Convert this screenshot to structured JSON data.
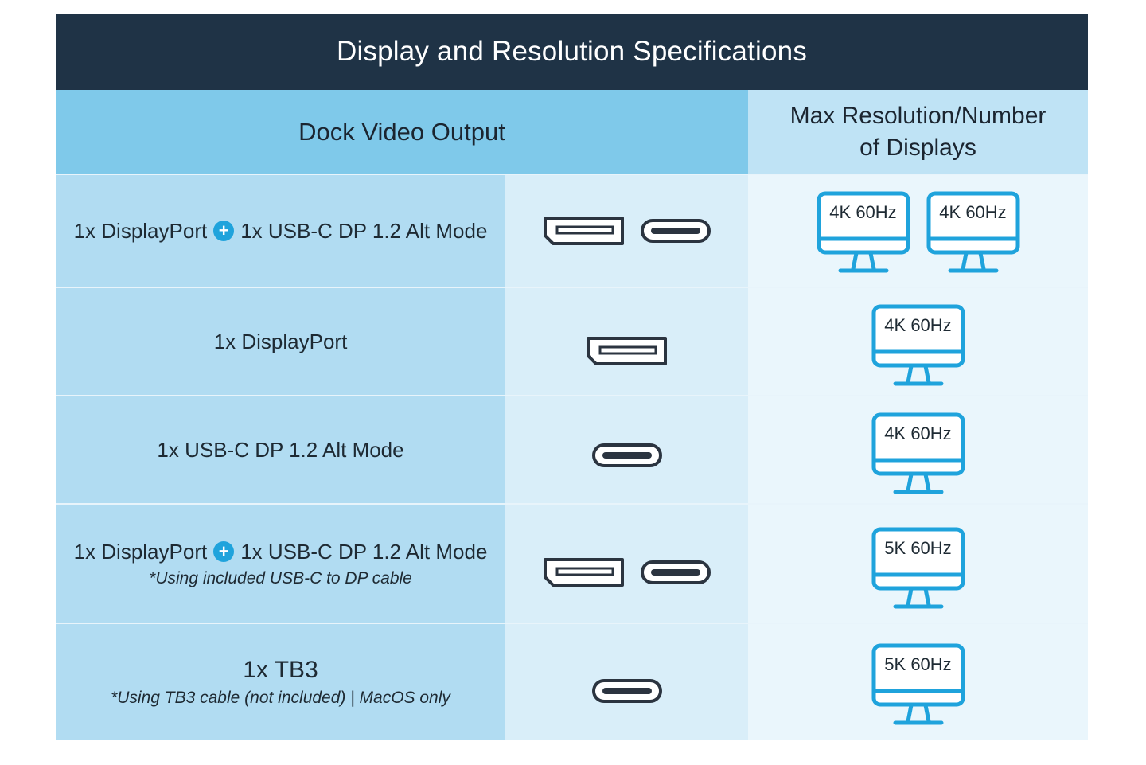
{
  "title": "Display and Resolution Specifications",
  "header": {
    "left": "Dock Video Output",
    "right_line1": "Max Resolution/Number",
    "right_line2": "of Displays"
  },
  "colors": {
    "title_bg": "#1f3346",
    "accent_blue": "#1fa3dc",
    "port_outline": "#2b3440"
  },
  "rows": [
    {
      "part1": "1x DisplayPort",
      "plus": "+",
      "part2": "1x USB-C DP 1.2 Alt Mode",
      "ports": [
        "displayport",
        "usb-c"
      ],
      "monitors": [
        "4K 60Hz",
        "4K 60Hz"
      ]
    },
    {
      "part1": "1x DisplayPort",
      "ports": [
        "displayport"
      ],
      "monitors": [
        "4K 60Hz"
      ]
    },
    {
      "part1": "1x USB-C DP 1.2 Alt Mode",
      "ports": [
        "usb-c"
      ],
      "monitors": [
        "4K 60Hz"
      ]
    },
    {
      "part1": "1x DisplayPort",
      "plus": "+",
      "part2": "1x USB-C DP 1.2 Alt Mode",
      "note": "*Using included USB-C to DP cable",
      "ports": [
        "displayport",
        "usb-c"
      ],
      "monitors": [
        "5K 60Hz"
      ]
    },
    {
      "part1": "1x TB3",
      "note": "*Using TB3 cable (not included) | MacOS only",
      "ports": [
        "usb-c"
      ],
      "monitors": [
        "5K 60Hz"
      ]
    }
  ]
}
